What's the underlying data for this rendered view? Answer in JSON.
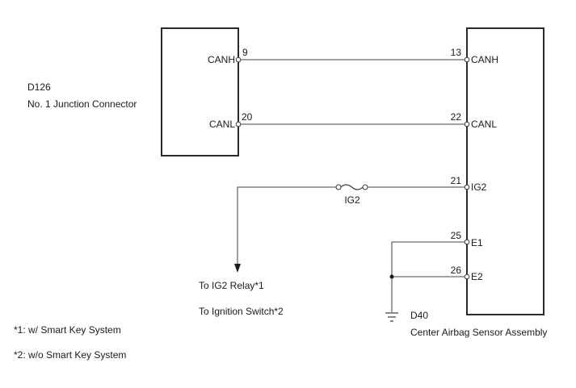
{
  "diagram": {
    "components": {
      "junction_connector": {
        "code": "D126",
        "name": "No. 1 Junction Connector",
        "pins": [
          {
            "number": "9",
            "signal": "CANH"
          },
          {
            "number": "20",
            "signal": "CANL"
          }
        ]
      },
      "airbag_sensor": {
        "code": "D40",
        "name": "Center Airbag Sensor Assembly",
        "pins": [
          {
            "number": "13",
            "signal": "CANH"
          },
          {
            "number": "22",
            "signal": "CANL"
          },
          {
            "number": "21",
            "signal": "IG2"
          },
          {
            "number": "25",
            "signal": "E1"
          },
          {
            "number": "26",
            "signal": "E2"
          }
        ]
      }
    },
    "fuse_label": "IG2",
    "destinations": {
      "line1": "To IG2 Relay*1",
      "line2": "To Ignition Switch*2"
    },
    "notes": [
      "*1: w/ Smart Key System",
      "*2: w/o Smart Key System"
    ],
    "connections": [
      {
        "from": "D126-9 CANH",
        "to": "D40-13 CANH"
      },
      {
        "from": "D126-20 CANL",
        "to": "D40-22 CANL"
      },
      {
        "from": "D40-21 IG2",
        "via": "IG2 fuse",
        "to": "IG2 Relay / Ignition Switch"
      },
      {
        "from": "D40-25 E1",
        "to": "ground"
      },
      {
        "from": "D40-26 E2",
        "to": "ground"
      }
    ]
  }
}
